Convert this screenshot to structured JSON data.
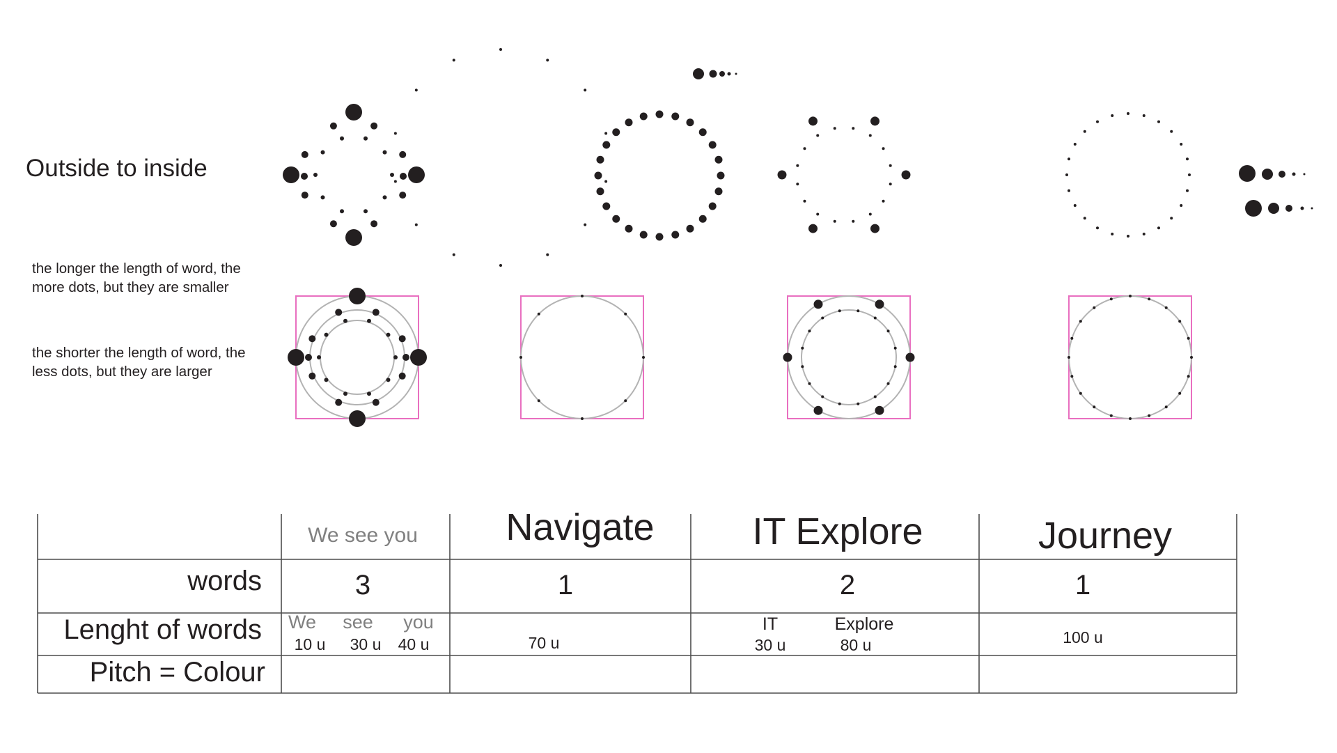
{
  "heading": "Outside to inside",
  "notes": {
    "longer": "the longer the length of word, the more dots, but they are smaller",
    "shorter": "the shorter the length of word, the less dots, but they are larger"
  },
  "colors": {
    "ink": "#231f20",
    "guide_circle": "#b3b3b3",
    "guide_box": "#e96fc0",
    "table_line": "#4d4d4d"
  },
  "table": {
    "row_headers": {
      "words": "words",
      "length": "Lenght of words",
      "pitch": "Pitch = Colour"
    },
    "columns": [
      {
        "header": "We see you",
        "words": "3",
        "word_labels": [
          "We",
          "see",
          "you"
        ],
        "lengths": [
          "10 u",
          "30 u",
          "40 u"
        ]
      },
      {
        "header": "Navigate",
        "words": "1",
        "lengths": [
          "70 u"
        ]
      },
      {
        "header": "IT Explore",
        "words": "2",
        "word_labels": [
          "IT",
          "Explore"
        ],
        "lengths": [
          "30 u",
          "80 u"
        ]
      },
      {
        "header": "Journey",
        "words": "1",
        "lengths": [
          "100 u"
        ]
      }
    ]
  }
}
